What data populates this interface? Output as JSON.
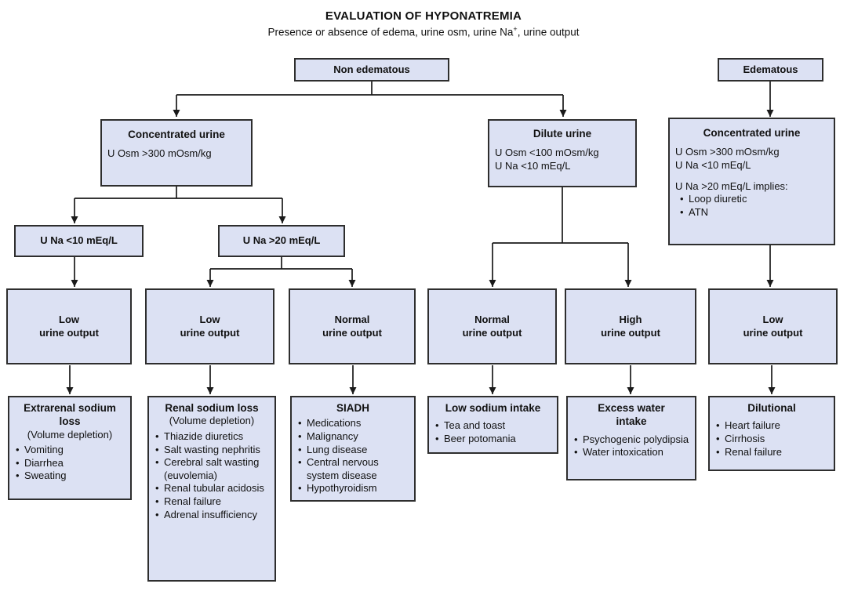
{
  "style": {
    "box_fill": "#dce1f3",
    "box_border": "#2e2e2e",
    "line_color": "#1a1a1a",
    "text_color": "#111111",
    "background": "#ffffff"
  },
  "header": {
    "title": "EVALUATION OF HYPONATREMIA",
    "subtitle_pre": "Presence or absence of edema, urine osm, urine Na",
    "subtitle_sup": "+",
    "subtitle_post": ", urine output"
  },
  "nodes": {
    "non_edematous": {
      "label": "Non edematous"
    },
    "edematous": {
      "label": "Edematous"
    },
    "concentrated_left": {
      "title": "Concentrated urine",
      "line1": "U Osm >300 mOsm/kg"
    },
    "dilute": {
      "title": "Dilute urine",
      "line1": "U Osm <100 mOsm/kg",
      "line2": "U Na <10 mEq/L"
    },
    "concentrated_right": {
      "title": "Concentrated urine",
      "line1": "U Osm >300 mOsm/kg",
      "line2": "U Na <10 mEq/L",
      "implies": "U Na >20 mEq/L implies:",
      "bullets": [
        "Loop diuretic",
        "ATN"
      ]
    },
    "una_low": {
      "label": "U Na <10 mEq/L"
    },
    "una_high": {
      "label": "U Na >20 mEq/L"
    },
    "out_low_1": {
      "line1": "Low",
      "line2": "urine output"
    },
    "out_low_2": {
      "line1": "Low",
      "line2": "urine output"
    },
    "out_normal_1": {
      "line1": "Normal",
      "line2": "urine output"
    },
    "out_normal_2": {
      "line1": "Normal",
      "line2": "urine output"
    },
    "out_high": {
      "line1": "High",
      "line2": "urine output"
    },
    "out_low_3": {
      "line1": "Low",
      "line2": "urine output"
    },
    "extrarenal": {
      "title": "Extrarenal sodium loss",
      "subtitle": "(Volume depletion)",
      "bullets": [
        "Vomiting",
        "Diarrhea",
        "Sweating"
      ]
    },
    "renal": {
      "title": "Renal sodium loss",
      "subtitle": "(Volume depletion)",
      "bullets": [
        "Thiazide diuretics",
        "Salt wasting nephritis",
        "Cerebral salt wasting (euvolemia)",
        "Renal tubular acidosis",
        "Renal failure",
        "Adrenal insufficiency"
      ]
    },
    "siadh": {
      "title": "SIADH",
      "bullets": [
        "Medications",
        "Malignancy",
        "Lung disease",
        "Central nervous system disease",
        "Hypothyroidism"
      ]
    },
    "low_sodium": {
      "title": "Low sodium intake",
      "bullets": [
        "Tea and toast",
        "Beer potomania"
      ]
    },
    "excess_water": {
      "title": "Excess water intake",
      "bullets": [
        "Psychogenic polydipsia",
        "Water intoxication"
      ]
    },
    "dilutional": {
      "title": "Dilutional",
      "bullets": [
        "Heart failure",
        "Cirrhosis",
        "Renal failure"
      ]
    }
  }
}
